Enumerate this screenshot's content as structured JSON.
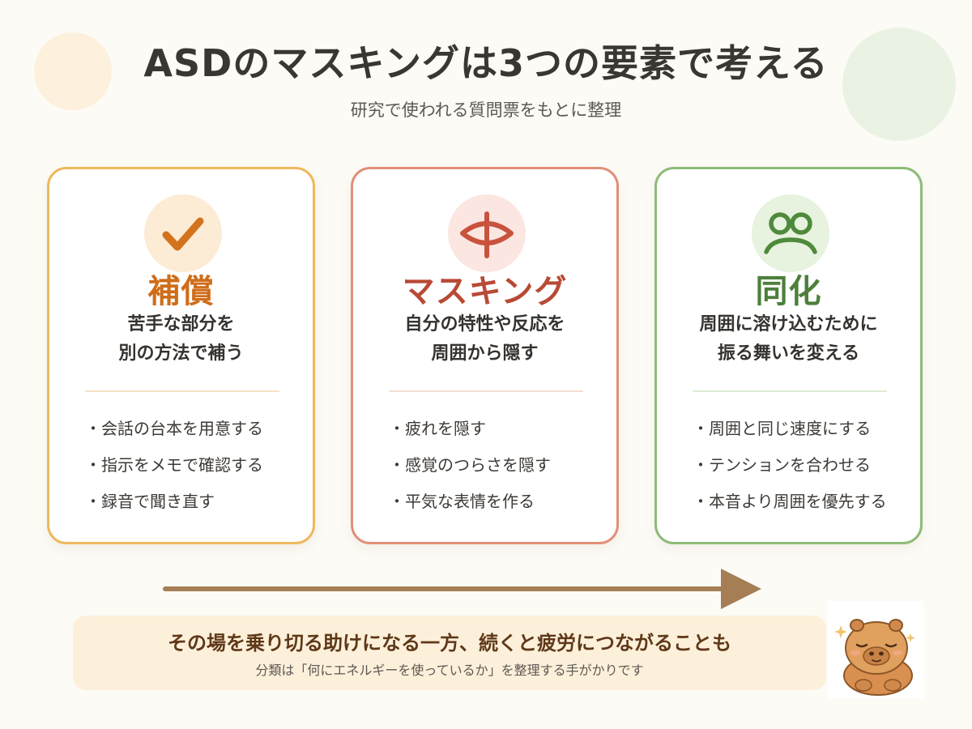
{
  "header": {
    "title": "ASDのマスキングは3つの要素で考える",
    "subtitle": "研究で使われる質問票をもとに整理"
  },
  "cards": [
    {
      "icon": "checkmark-icon",
      "accent": "#cf6d1a",
      "border": "#efb85e",
      "title": "補償",
      "desc": [
        "苦手な部分を",
        "別の方法で補う"
      ],
      "items": [
        "・会話の台本を用意する",
        "・指示をメモで確認する",
        "・録音で聞き直す"
      ]
    },
    {
      "icon": "hidden-eye-icon",
      "accent": "#b84a35",
      "border": "#e28f78",
      "title": "マスキング",
      "desc": [
        "自分の特性や反応を",
        "周囲から隠す"
      ],
      "items": [
        "・疲れを隠す",
        "・感覚のつらさを隠す",
        "・平気な表情を作る"
      ]
    },
    {
      "icon": "people-group-icon",
      "accent": "#4d7f3a",
      "border": "#8ebb77",
      "title": "同化",
      "desc": [
        "周囲に溶け込むために",
        "振る舞いを変える"
      ],
      "items": [
        "・周囲と同じ速度にする",
        "・テンションを合わせる",
        "・本音より周囲を優先する"
      ]
    }
  ],
  "summary": {
    "main": "その場を乗り切る助けになる一方、続くと疲労につながることも",
    "sub": "分類は「何にエネルギーを使っているか」を整理する手がかりです"
  },
  "colors": {
    "background": "#fdfbf6",
    "arrow": "#a57e55",
    "summary_bg": "#fdf0da"
  },
  "mascot_icon": "capybara-mascot-icon"
}
